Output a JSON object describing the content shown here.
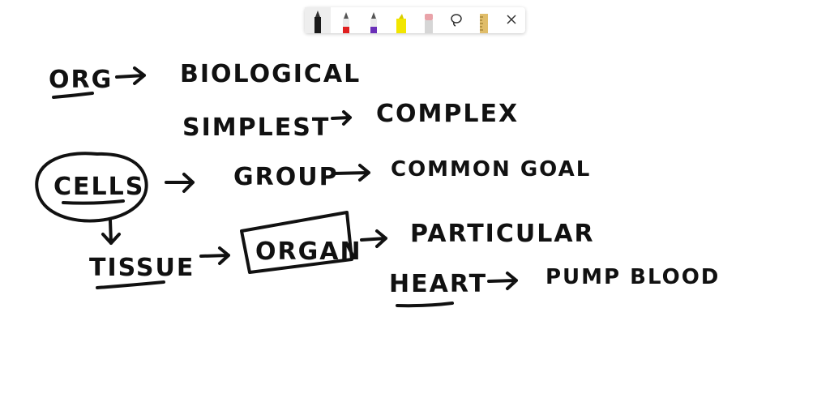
{
  "toolbar": {
    "tools": [
      {
        "name": "black-pen",
        "icon": "pen-icon",
        "color": "#1a1a1a",
        "selected": true
      },
      {
        "name": "red-pen",
        "icon": "pen-icon",
        "color": "#e02020",
        "selected": false
      },
      {
        "name": "purple-pen",
        "icon": "pen-icon",
        "color": "#6a2fb8",
        "selected": false
      },
      {
        "name": "highlighter",
        "icon": "highlighter-icon",
        "color": "#f2e600",
        "selected": false
      },
      {
        "name": "eraser",
        "icon": "eraser-icon",
        "color": "#e9a3a9",
        "selected": false
      },
      {
        "name": "lasso",
        "icon": "lasso-icon",
        "selected": false
      },
      {
        "name": "ruler",
        "icon": "ruler-icon",
        "color": "#e0bd6a",
        "selected": false
      },
      {
        "name": "close",
        "icon": "close-icon",
        "selected": false
      }
    ]
  },
  "notes": {
    "org": "ORG",
    "biological": "BIOLOGICAL",
    "simplest": "SIMPLEST",
    "complex": "COMPLEX",
    "cells": "CELLS",
    "group": "GROUP",
    "common_goal": "COMMON  GOAL",
    "tissue": "TISSUE",
    "organ": "ORGAN",
    "particular": "PARTICULAR",
    "heart": "HEART",
    "pump_blood": "PUMP  BLOOD"
  },
  "ink_color": "#111111"
}
